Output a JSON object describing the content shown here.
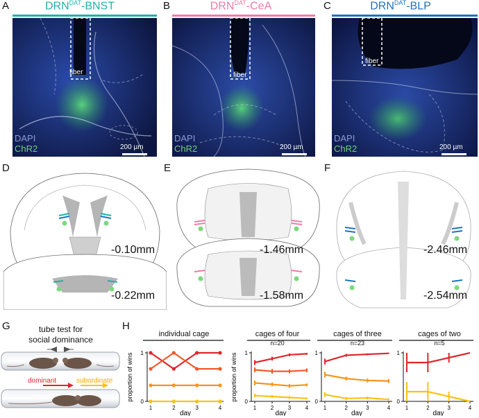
{
  "panels": {
    "A": {
      "letter": "A",
      "region_prefix": "DRN",
      "superscript": "DAT",
      "region_suffix": "-BNST",
      "color": "#1bb2a9",
      "fiber": "fiber",
      "scale": "200 µm"
    },
    "B": {
      "letter": "B",
      "region_prefix": "DRN",
      "superscript": "DAT",
      "region_suffix": "-CeA",
      "color": "#f07aa6",
      "fiber": "fiber",
      "scale": "200 µm"
    },
    "C": {
      "letter": "C",
      "region_prefix": "DRN",
      "superscript": "DAT",
      "region_suffix": "-BLP",
      "color": "#1a73c0",
      "fiber": "fiber",
      "scale": "200 µm"
    }
  },
  "stains": {
    "dapi": "DAPI",
    "chr2": "ChR2"
  },
  "atlas": {
    "D": {
      "letter": "D",
      "upper": "-0.10mm",
      "lower": "-0.22mm"
    },
    "E": {
      "letter": "E",
      "upper": "-1.46mm",
      "lower": "-1.58mm"
    },
    "F": {
      "letter": "F",
      "upper": "-2.46mm",
      "lower": "-2.54mm"
    }
  },
  "panelG": {
    "letter": "G",
    "title_line1": "tube test for",
    "title_line2": "social dominance",
    "dominant": "dominant",
    "subordinate": "subordinate"
  },
  "panelH": {
    "letter": "H",
    "ylabel": "proportion of wins",
    "xlabel": "day"
  },
  "colors": {
    "rank1": "#e0262b",
    "rank2": "#f05a2a",
    "rank3": "#f7941d",
    "rank4": "#f9c312"
  },
  "chart_data": [
    {
      "type": "line",
      "title": "individual cage",
      "xlabel": "day",
      "ylabel": "proportion of wins",
      "x": [
        1,
        2,
        3,
        4
      ],
      "ylim": [
        0,
        1
      ],
      "yticks": [
        "0",
        "1"
      ],
      "xticks": [
        "1",
        "2",
        "3",
        "4"
      ],
      "series": [
        {
          "color": "#e0262b",
          "values": [
            1,
            0.67,
            1,
            1
          ]
        },
        {
          "color": "#f05a2a",
          "values": [
            0.67,
            1,
            0.67,
            0.67
          ]
        },
        {
          "color": "#f7941d",
          "values": [
            0.33,
            0.33,
            0.33,
            0.33
          ]
        },
        {
          "color": "#f9c312",
          "values": [
            0,
            0,
            0,
            0
          ]
        }
      ]
    },
    {
      "type": "line",
      "title": "cages of four",
      "annotation": "n=20",
      "xlabel": "day",
      "ylabel": "proportion of wins",
      "x": [
        1,
        2,
        3,
        4
      ],
      "ylim": [
        0,
        1
      ],
      "yticks": [
        "0",
        "1"
      ],
      "xticks": [
        "1",
        "2",
        "3",
        "4"
      ],
      "series": [
        {
          "color": "#e0262b",
          "values": [
            0.8,
            0.88,
            0.96,
            0.98
          ],
          "err": [
            0.05,
            0.04,
            0.03,
            0.02
          ]
        },
        {
          "color": "#f05a2a",
          "values": [
            0.65,
            0.62,
            0.62,
            0.64
          ],
          "err": [
            0.05,
            0.05,
            0.04,
            0.04
          ]
        },
        {
          "color": "#f7941d",
          "values": [
            0.38,
            0.35,
            0.32,
            0.34
          ],
          "err": [
            0.05,
            0.04,
            0.04,
            0.03
          ]
        },
        {
          "color": "#f9c312",
          "values": [
            0.12,
            0.1,
            0.08,
            0.06
          ],
          "err": [
            0.04,
            0.03,
            0.03,
            0.02
          ]
        }
      ]
    },
    {
      "type": "line",
      "title": "cages of three",
      "annotation": "n=23",
      "xlabel": "day",
      "ylabel": "",
      "x": [
        1,
        2,
        3,
        4
      ],
      "ylim": [
        0,
        1
      ],
      "yticks": [
        "0",
        "1"
      ],
      "xticks": [
        "1",
        "2",
        "3",
        "4"
      ],
      "series": [
        {
          "color": "#e0262b",
          "values": [
            0.82,
            0.95,
            0.97,
            0.99
          ],
          "err": [
            0.06,
            0.03,
            0.02,
            0.01
          ]
        },
        {
          "color": "#f7941d",
          "values": [
            0.55,
            0.47,
            0.43,
            0.42
          ],
          "err": [
            0.06,
            0.04,
            0.04,
            0.04
          ]
        },
        {
          "color": "#f9c312",
          "values": [
            0.14,
            0.06,
            0.07,
            0.04
          ],
          "err": [
            0.05,
            0.03,
            0.03,
            0.02
          ]
        }
      ]
    },
    {
      "type": "line",
      "title": "cages of two",
      "annotation": "n=5",
      "xlabel": "day",
      "ylabel": "",
      "x": [
        1,
        2,
        3,
        4
      ],
      "ylim": [
        0,
        1
      ],
      "yticks": [
        "0",
        "1"
      ],
      "xticks": [
        "1",
        "2",
        "3",
        "4"
      ],
      "series": [
        {
          "color": "#e0262b",
          "values": [
            0.8,
            0.8,
            0.9,
            1
          ],
          "err": [
            0.2,
            0.2,
            0.1,
            0
          ]
        },
        {
          "color": "#f9c312",
          "values": [
            0.2,
            0.2,
            0.1,
            0
          ],
          "err": [
            0.2,
            0.2,
            0.1,
            0
          ]
        }
      ]
    }
  ]
}
